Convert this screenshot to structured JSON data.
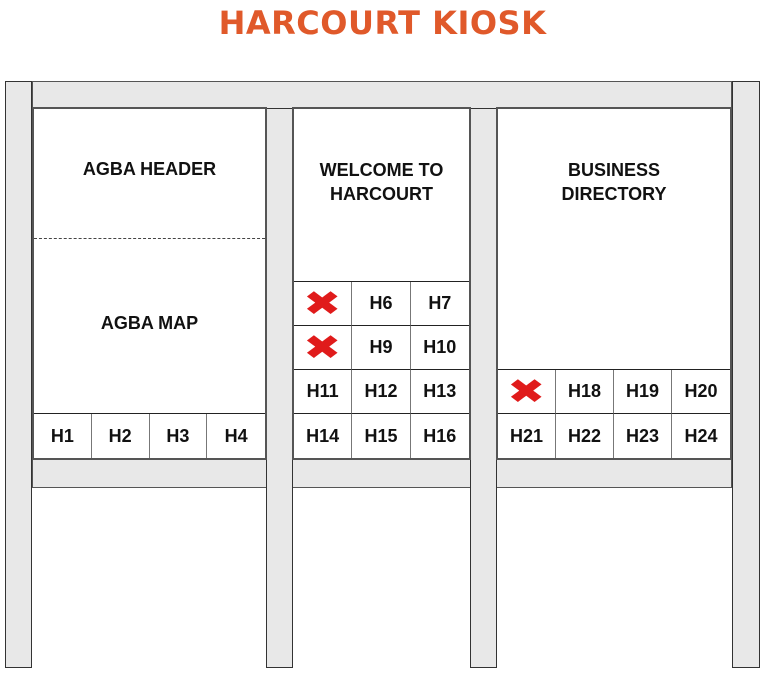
{
  "title": "HARCOURT KIOSK",
  "colors": {
    "title": "#e0592a",
    "unavailable_mark": "#e01b1b",
    "frame": "#e8e8e8"
  },
  "panels": {
    "left": {
      "header": "AGBA HEADER",
      "map": "AGBA MAP",
      "slots": [
        {
          "label": "H1",
          "unavailable": false
        },
        {
          "label": "H2",
          "unavailable": false
        },
        {
          "label": "H3",
          "unavailable": false
        },
        {
          "label": "H4",
          "unavailable": false
        }
      ]
    },
    "middle": {
      "header_line1": "WELCOME TO",
      "header_line2": "HARCOURT",
      "slots": [
        {
          "label": "",
          "unavailable": true
        },
        {
          "label": "H6",
          "unavailable": false
        },
        {
          "label": "H7",
          "unavailable": false
        },
        {
          "label": "",
          "unavailable": true
        },
        {
          "label": "H9",
          "unavailable": false
        },
        {
          "label": "H10",
          "unavailable": false
        },
        {
          "label": "H11",
          "unavailable": false
        },
        {
          "label": "H12",
          "unavailable": false
        },
        {
          "label": "H13",
          "unavailable": false
        },
        {
          "label": "H14",
          "unavailable": false
        },
        {
          "label": "H15",
          "unavailable": false
        },
        {
          "label": "H16",
          "unavailable": false
        }
      ]
    },
    "right": {
      "header_line1": "BUSINESS",
      "header_line2": "DIRECTORY",
      "slots": [
        {
          "label": "",
          "unavailable": true
        },
        {
          "label": "H18",
          "unavailable": false
        },
        {
          "label": "H19",
          "unavailable": false
        },
        {
          "label": "H20",
          "unavailable": false
        },
        {
          "label": "H21",
          "unavailable": false
        },
        {
          "label": "H22",
          "unavailable": false
        },
        {
          "label": "H23",
          "unavailable": false
        },
        {
          "label": "H24",
          "unavailable": false
        }
      ]
    }
  },
  "icons": {
    "unavailable": "x-mark-icon"
  }
}
